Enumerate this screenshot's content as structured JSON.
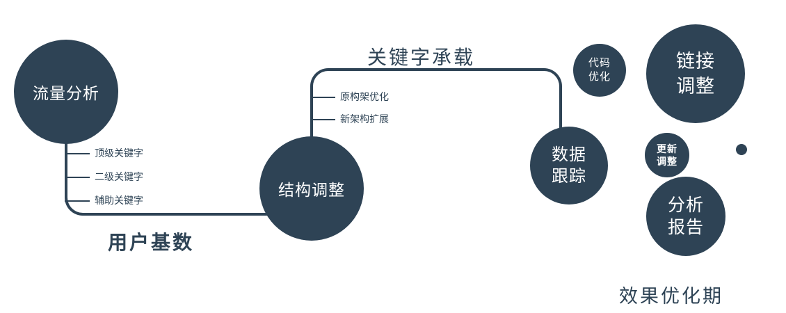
{
  "colors": {
    "primary": "#2e4355",
    "background": "#ffffff",
    "node_text": "#ffffff"
  },
  "nodes": {
    "traffic": {
      "label": "流量分析"
    },
    "structure": {
      "label": "结构调整"
    },
    "tracking": {
      "line1": "数据",
      "line2": "跟踪"
    },
    "code": {
      "line1": "代码",
      "line2": "优化"
    },
    "link": {
      "line1": "链接",
      "line2": "调整"
    },
    "update": {
      "line1": "更新",
      "line2": "调整"
    },
    "report": {
      "line1": "分析",
      "line2": "报告"
    }
  },
  "branches": {
    "traffic": [
      "顶级关键字",
      "二级关键字",
      "辅助关键字"
    ],
    "structure": [
      "原构架优化",
      "新架构扩展"
    ]
  },
  "edges": {
    "user_base_label": "用户基数",
    "keyword_label": "关键字承载"
  },
  "footer": {
    "label": "效果优化期"
  }
}
